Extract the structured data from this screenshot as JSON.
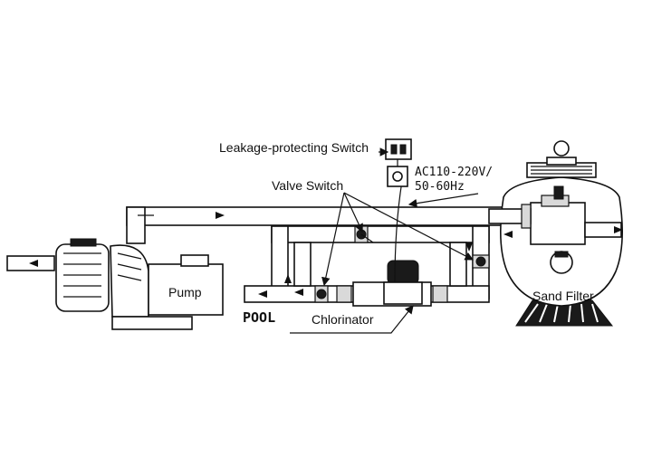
{
  "labels": {
    "leakage_switch": "Leakage-protecting Switch",
    "valve_switch": "Valve Switch",
    "power_line1": "AC110-220V/",
    "power_line2": "50-60Hz",
    "pump": "Pump",
    "pool": "POOL",
    "chlorinator": "Chlorinator",
    "sand_filter": "Sand Filter"
  },
  "icons": [
    "pump-icon",
    "sand-filter-icon",
    "chlorinator-icon",
    "valve-icon",
    "leakage-switch-icon",
    "flow-arrow-icon"
  ]
}
